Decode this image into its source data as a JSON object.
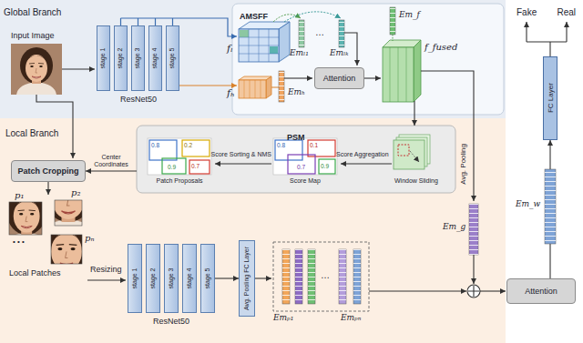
{
  "diagram": {
    "nodes": [
      {
        "text": [
          "Global Branch"
        ]
      },
      {
        "text": [
          "AMSFF"
        ],
        "in": 0
      },
      {
        "text": [
          "stage 1"
        ],
        "in": 0
      },
      {
        "text": [
          "stage 2"
        ],
        "in": 0
      },
      {
        "text": [
          "stage 3"
        ],
        "in": 0
      },
      {
        "text": [
          "stage 4"
        ],
        "in": 0
      },
      {
        "text": [
          "stage 5"
        ],
        "in": 0
      },
      {
        "text": [
          "Attention"
        ],
        "in": 1
      },
      {
        "text": [
          "Local Branch"
        ]
      },
      {
        "text": [
          "PSM"
        ],
        "in": 8
      },
      {
        "text": [
          "Patch Cropping"
        ],
        "in": 8
      },
      {
        "text": [
          "stage 1"
        ],
        "in": 8
      },
      {
        "text": [
          "stage 2"
        ],
        "in": 8
      },
      {
        "text": [
          "stage 3"
        ],
        "in": 8
      },
      {
        "text": [
          "stage 4"
        ],
        "in": 8
      },
      {
        "text": [
          "stage 5"
        ],
        "in": 8
      },
      {
        "text": [
          "Avg. Pooling FC Layer"
        ],
        "in": 8
      },
      {
        "text": [
          "Attention"
        ]
      },
      {
        "text": [
          "FC Layer"
        ]
      }
    ],
    "edges": [
      {
        "from": 1,
        "to": 9,
        "arrow": "to"
      },
      {
        "from": 9,
        "to": 10,
        "label": "Center Coordinates",
        "arrow": "to"
      },
      {
        "from": 15,
        "to": 16,
        "arrow": "to"
      },
      {
        "from": 17,
        "to": 18,
        "arrow": "to"
      }
    ],
    "labels": [
      "Input Image",
      "ResNet50",
      "fₗ",
      "Emₗ₁",
      "…",
      "Emₗₖ",
      "fₕ",
      "Emₕ",
      "Em_f",
      "f_fused",
      "Fake",
      "Real",
      "Avg. Pooling",
      "Em_g",
      "Em_w",
      "Patch Proposals",
      "Score Sorting & NMS",
      "Score Map",
      "Score Aggregation",
      "Window Sliding",
      "0.8",
      "0.2",
      "0.9",
      "0.7",
      "0.8",
      "0.1",
      "0.7",
      "0.9",
      "p₁",
      "p₂",
      "• • •",
      "pₙ",
      "Local Patches",
      "Resizing",
      "ResNet50",
      "Emₚ₁",
      "…",
      "Emₚₙ"
    ]
  }
}
